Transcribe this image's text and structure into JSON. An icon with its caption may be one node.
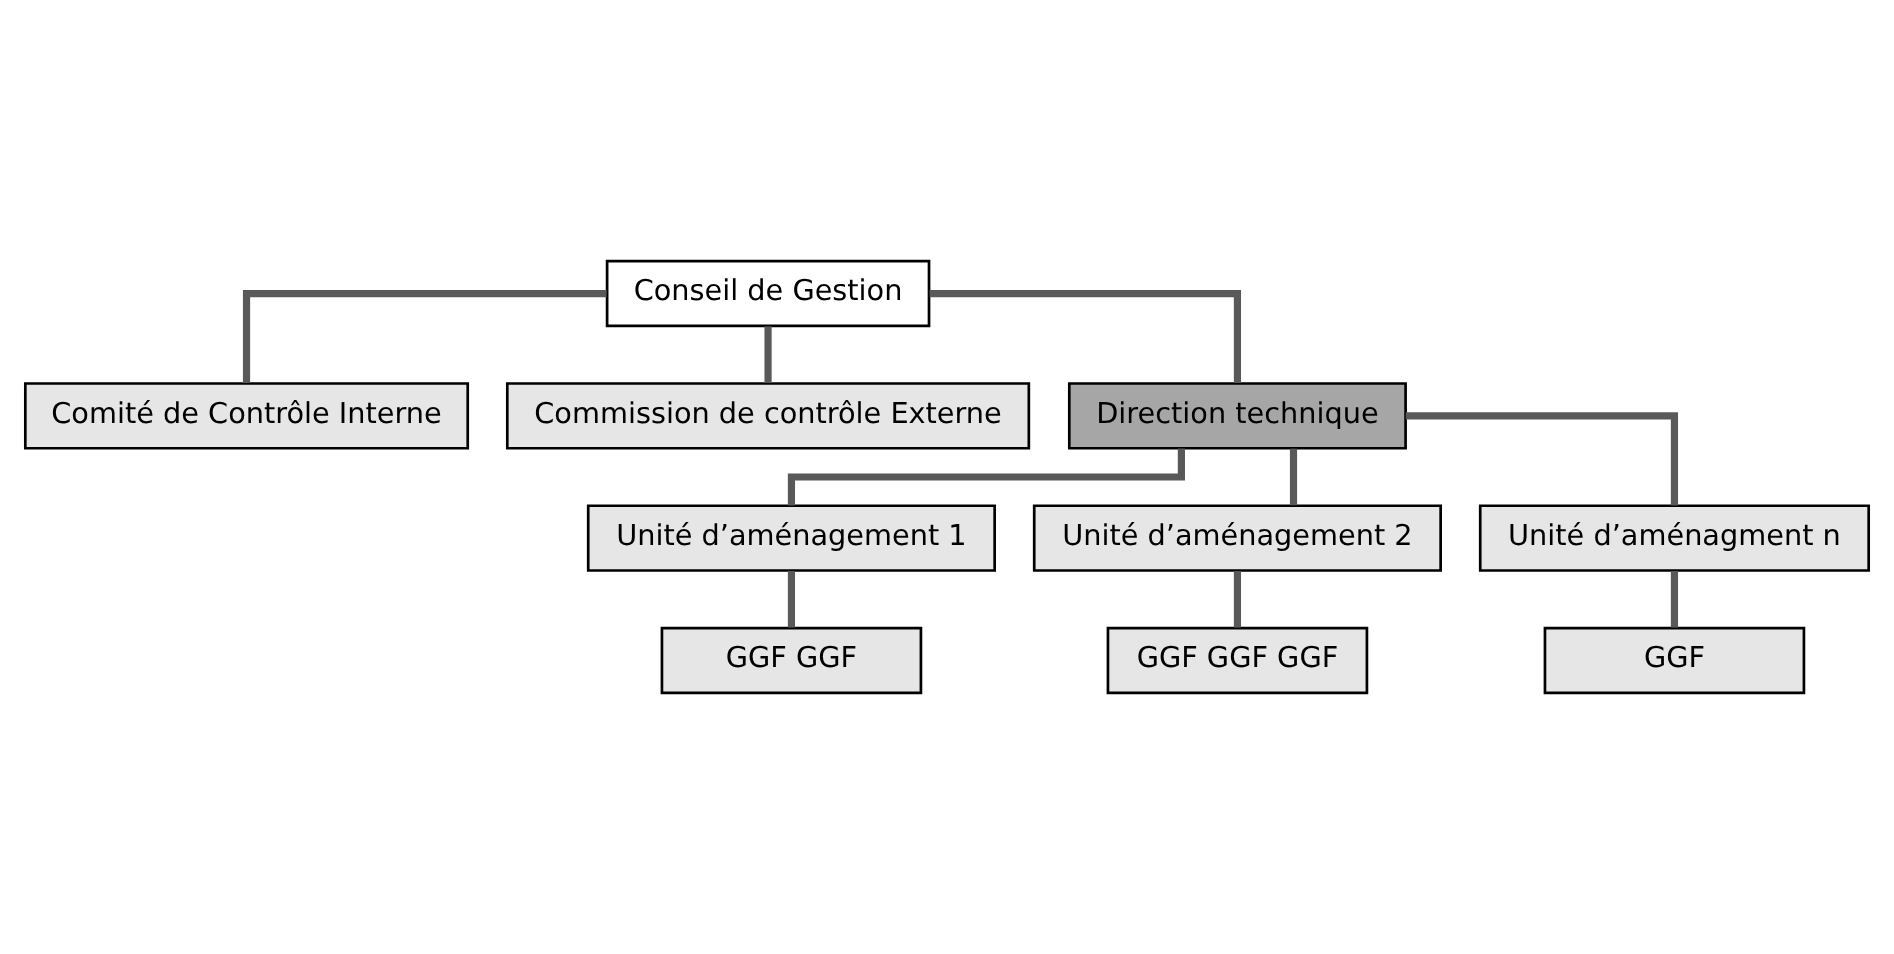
{
  "diagram": {
    "nodes": [
      {
        "text": [
          "Conseil de Gestion"
        ]
      },
      {
        "text": [
          "Comité de Contrôle Interne"
        ]
      },
      {
        "text": [
          "Commission de contrôle Externe"
        ]
      },
      {
        "text": [
          "Direction technique"
        ]
      },
      {
        "text": [
          "Unité d’aménagement 1"
        ]
      },
      {
        "text": [
          "Unité d’aménagement 2"
        ]
      },
      {
        "text": [
          "Unité d’aménagment n"
        ]
      },
      {
        "text": [
          "GGF GGF"
        ]
      },
      {
        "text": [
          "GGF GGF GGF"
        ]
      },
      {
        "text": [
          "GGF"
        ]
      }
    ],
    "edges": [
      {
        "from": 0,
        "to": 1,
        "arrow": "none"
      },
      {
        "from": 0,
        "to": 2,
        "arrow": "none"
      },
      {
        "from": 0,
        "to": 3,
        "arrow": "none"
      },
      {
        "from": 3,
        "to": 4,
        "arrow": "none"
      },
      {
        "from": 3,
        "to": 5,
        "arrow": "none"
      },
      {
        "from": 3,
        "to": 6,
        "arrow": "none"
      },
      {
        "from": 4,
        "to": 7,
        "arrow": "none"
      },
      {
        "from": 5,
        "to": 8,
        "arrow": "none"
      },
      {
        "from": 6,
        "to": 9,
        "arrow": "none"
      }
    ]
  }
}
